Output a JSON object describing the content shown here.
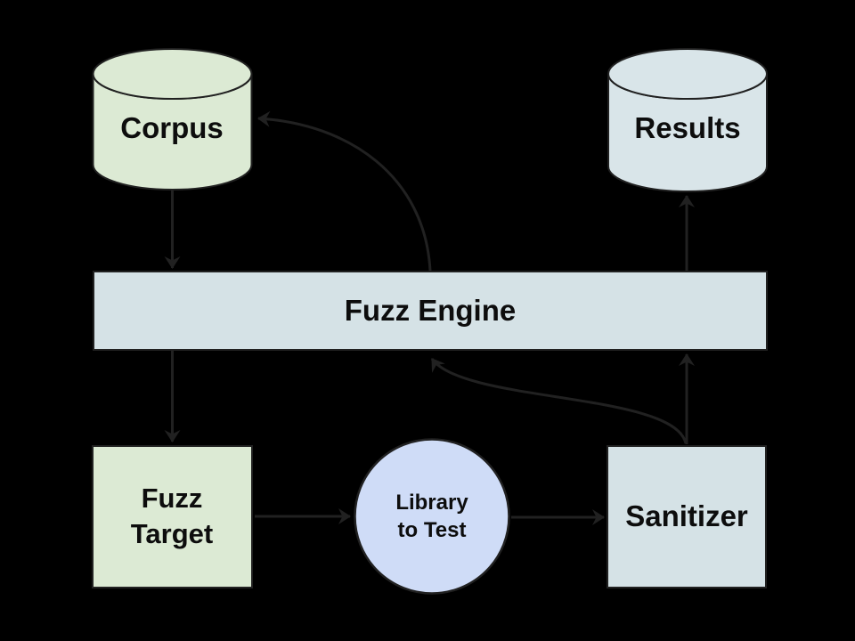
{
  "canvas": {
    "background": "#000000",
    "line_color": "#212121",
    "text_color": "#0d0d0d"
  },
  "nodes": {
    "corpus": {
      "label": "Corpus",
      "shape": "cylinder",
      "fill": "#dcead4"
    },
    "results": {
      "label": "Results",
      "shape": "cylinder",
      "fill": "#d9e5e9"
    },
    "engine": {
      "label": "Fuzz Engine",
      "shape": "bar",
      "fill": "#d5e2e6"
    },
    "target": {
      "label_line1": "Fuzz",
      "label_line2": "Target",
      "shape": "square",
      "fill": "#dcead4"
    },
    "library": {
      "label_line1": "Library",
      "label_line2": "to Test",
      "shape": "circle",
      "fill": "#cfdcf7"
    },
    "sanitizer": {
      "label": "Sanitizer",
      "shape": "square",
      "fill": "#d5e2e6"
    }
  },
  "edges": [
    {
      "from": "corpus",
      "to": "engine",
      "style": "straight-down"
    },
    {
      "from": "engine",
      "to": "target",
      "style": "straight-down"
    },
    {
      "from": "target",
      "to": "library",
      "style": "straight-right"
    },
    {
      "from": "library",
      "to": "sanitizer",
      "style": "straight-right"
    },
    {
      "from": "sanitizer",
      "to": "engine",
      "style": "straight-up"
    },
    {
      "from": "sanitizer",
      "to": "engine",
      "style": "s-curve"
    },
    {
      "from": "engine",
      "to": "results",
      "style": "straight-up"
    },
    {
      "from": "engine",
      "to": "corpus",
      "style": "arc"
    }
  ]
}
